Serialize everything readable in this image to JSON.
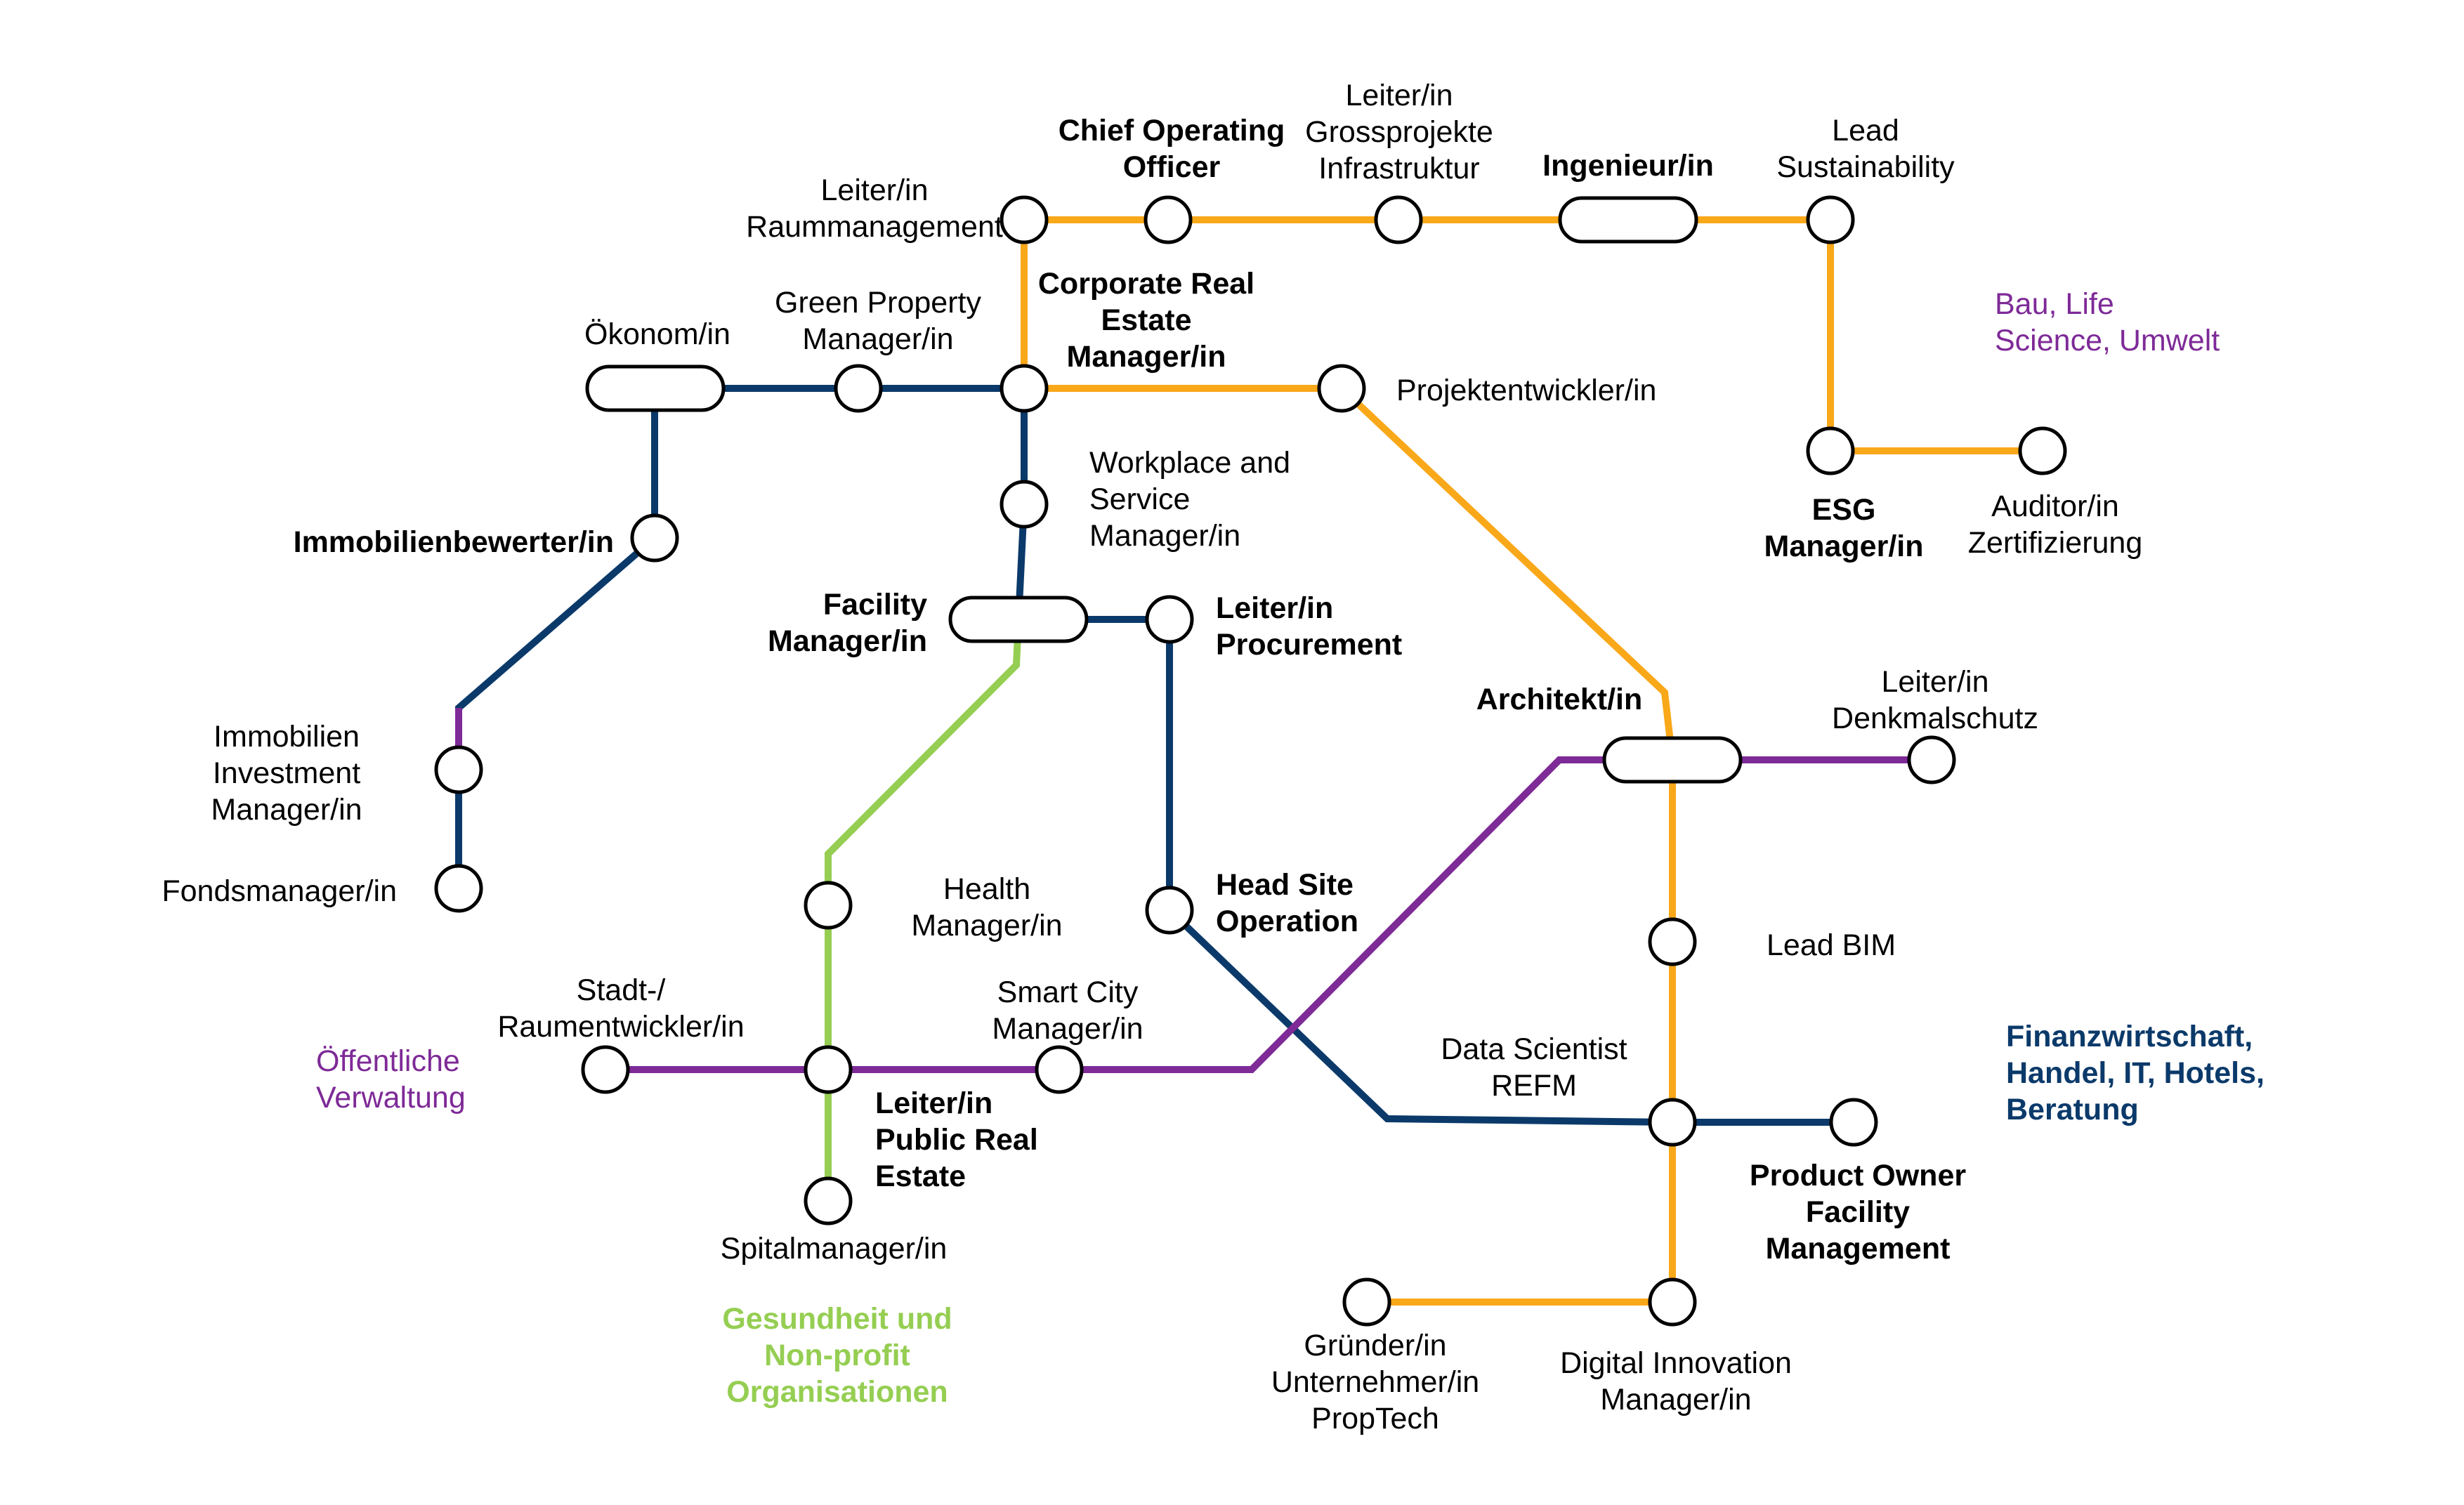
{
  "diagram": {
    "type": "career-metro-map",
    "colors": {
      "orange": "#F9A81A",
      "navy": "#0B3A6A",
      "purple": "#7E2A97",
      "green": "#95CE52",
      "station_outline": "#000000",
      "text": "#000000"
    },
    "regions": [
      {
        "id": "bau",
        "lines": [
          "Bau, Life",
          "Science, Umwelt"
        ],
        "color": "#7E2A97",
        "bold": false
      },
      {
        "id": "finanz",
        "lines": [
          "Finanzwirtschaft,",
          "Handel, IT, Hotels,",
          "Beratung"
        ],
        "color": "#0B3A6A",
        "bold": true
      },
      {
        "id": "oeffentlich",
        "lines": [
          "Öffentliche",
          "Verwaltung"
        ],
        "color": "#7E2A97",
        "bold": false
      },
      {
        "id": "gesundheit",
        "lines": [
          "Gesundheit und",
          "Non-profit",
          "Organisationen"
        ],
        "color": "#95CE52",
        "bold": true
      }
    ],
    "stations": [
      {
        "id": "raummanagement",
        "label": [
          "Leiter/in",
          "Raummanagement"
        ],
        "bold": false,
        "type": "circle"
      },
      {
        "id": "coo",
        "label": [
          "Chief Operating",
          "Officer"
        ],
        "bold": true,
        "type": "circle"
      },
      {
        "id": "grossprojekte",
        "label": [
          "Leiter/in",
          "Grossprojekte",
          "Infrastruktur"
        ],
        "bold": false,
        "type": "circle"
      },
      {
        "id": "ingenieur",
        "label": [
          "Ingenieur/in"
        ],
        "bold": true,
        "type": "interchange"
      },
      {
        "id": "lead-sustainability",
        "label": [
          "Lead",
          "Sustainability"
        ],
        "bold": false,
        "type": "circle"
      },
      {
        "id": "esg",
        "label": [
          "ESG",
          "Manager/in"
        ],
        "bold": true,
        "type": "circle"
      },
      {
        "id": "auditor",
        "label": [
          "Auditor/in",
          "Zertifizierung"
        ],
        "bold": false,
        "type": "circle"
      },
      {
        "id": "oekonom",
        "label": [
          "Ökonom/in"
        ],
        "bold": false,
        "type": "interchange"
      },
      {
        "id": "green-property",
        "label": [
          "Green Property",
          "Manager/in"
        ],
        "bold": false,
        "type": "circle"
      },
      {
        "id": "corporate-re",
        "label": [
          "Corporate Real",
          "Estate",
          "Manager/in"
        ],
        "bold": true,
        "type": "circle"
      },
      {
        "id": "projektentwickler",
        "label": [
          "Projektentwickler/in"
        ],
        "bold": false,
        "type": "circle"
      },
      {
        "id": "immobilienbewerter",
        "label": [
          "Immobilienbewerter/in"
        ],
        "bold": true,
        "type": "circle"
      },
      {
        "id": "workplace",
        "label": [
          "Workplace and",
          "Service",
          "Manager/in"
        ],
        "bold": false,
        "type": "circle"
      },
      {
        "id": "facility",
        "label": [
          "Facility",
          "Manager/in"
        ],
        "bold": true,
        "type": "interchange"
      },
      {
        "id": "procurement",
        "label": [
          "Leiter/in",
          "Procurement"
        ],
        "bold": true,
        "type": "circle"
      },
      {
        "id": "investment",
        "label": [
          "Immobilien",
          "Investment",
          "Manager/in"
        ],
        "bold": false,
        "type": "circle"
      },
      {
        "id": "fonds",
        "label": [
          "Fondsmanager/in"
        ],
        "bold": false,
        "type": "circle"
      },
      {
        "id": "health",
        "label": [
          "Health",
          "Manager/in"
        ],
        "bold": false,
        "type": "circle"
      },
      {
        "id": "head-site",
        "label": [
          "Head Site",
          "Operation"
        ],
        "bold": true,
        "type": "circle"
      },
      {
        "id": "architekt",
        "label": [
          "Architekt/in"
        ],
        "bold": true,
        "type": "interchange"
      },
      {
        "id": "denkmalschutz",
        "label": [
          "Leiter/in",
          "Denkmalschutz"
        ],
        "bold": false,
        "type": "circle"
      },
      {
        "id": "lead-bim",
        "label": [
          "Lead BIM"
        ],
        "bold": false,
        "type": "circle"
      },
      {
        "id": "data-scientist",
        "label": [
          "Data Scientist",
          "REFM"
        ],
        "bold": false,
        "type": "circle"
      },
      {
        "id": "product-owner",
        "label": [
          "Product Owner",
          "Facility",
          "Management"
        ],
        "bold": true,
        "type": "circle"
      },
      {
        "id": "stadt",
        "label": [
          "Stadt-/",
          "Raumentwickler/in"
        ],
        "bold": false,
        "type": "circle"
      },
      {
        "id": "public-re",
        "label": [
          "Leiter/in",
          "Public Real",
          "Estate"
        ],
        "bold": true,
        "type": "circle"
      },
      {
        "id": "smart-city",
        "label": [
          "Smart City",
          "Manager/in"
        ],
        "bold": false,
        "type": "circle"
      },
      {
        "id": "spital",
        "label": [
          "Spitalmanager/in"
        ],
        "bold": false,
        "type": "circle"
      },
      {
        "id": "gruender",
        "label": [
          "Gründer/in",
          "Unternehmer/in",
          "PropTech"
        ],
        "bold": false,
        "type": "circle"
      },
      {
        "id": "digital-innovation",
        "label": [
          "Digital Innovation",
          "Manager/in"
        ],
        "bold": false,
        "type": "circle"
      }
    ],
    "connections": [
      {
        "color": "orange",
        "from": "raummanagement",
        "to": "coo"
      },
      {
        "color": "orange",
        "from": "coo",
        "to": "grossprojekte"
      },
      {
        "color": "orange",
        "from": "grossprojekte",
        "to": "ingenieur"
      },
      {
        "color": "orange",
        "from": "ingenieur",
        "to": "lead-sustainability"
      },
      {
        "color": "orange",
        "from": "lead-sustainability",
        "to": "esg"
      },
      {
        "color": "orange",
        "from": "esg",
        "to": "auditor"
      },
      {
        "color": "orange",
        "from": "raummanagement",
        "to": "corporate-re"
      },
      {
        "color": "orange",
        "from": "corporate-re",
        "to": "projektentwickler"
      },
      {
        "color": "orange",
        "from": "projektentwickler",
        "to": "architekt"
      },
      {
        "color": "orange",
        "from": "architekt",
        "to": "lead-bim"
      },
      {
        "color": "orange",
        "from": "lead-bim",
        "to": "data-scientist"
      },
      {
        "color": "orange",
        "from": "data-scientist",
        "to": "digital-innovation"
      },
      {
        "color": "orange",
        "from": "digital-innovation",
        "to": "gruender"
      },
      {
        "color": "navy",
        "from": "oekonom",
        "to": "green-property"
      },
      {
        "color": "navy",
        "from": "green-property",
        "to": "corporate-re"
      },
      {
        "color": "navy",
        "from": "oekonom",
        "to": "immobilienbewerter"
      },
      {
        "color": "navy",
        "from": "immobilienbewerter",
        "to": "investment"
      },
      {
        "color": "navy",
        "from": "investment",
        "to": "fonds"
      },
      {
        "color": "navy",
        "from": "corporate-re",
        "to": "workplace"
      },
      {
        "color": "navy",
        "from": "workplace",
        "to": "facility"
      },
      {
        "color": "navy",
        "from": "facility",
        "to": "procurement"
      },
      {
        "color": "navy",
        "from": "procurement",
        "to": "head-site"
      },
      {
        "color": "navy",
        "from": "head-site",
        "to": "data-scientist"
      },
      {
        "color": "navy",
        "from": "data-scientist",
        "to": "product-owner"
      },
      {
        "color": "green",
        "from": "facility",
        "to": "health"
      },
      {
        "color": "green",
        "from": "health",
        "to": "public-re"
      },
      {
        "color": "green",
        "from": "public-re",
        "to": "spital"
      },
      {
        "color": "purple",
        "from": "stadt",
        "to": "public-re"
      },
      {
        "color": "purple",
        "from": "public-re",
        "to": "smart-city"
      },
      {
        "color": "purple",
        "from": "smart-city",
        "to": "architekt"
      },
      {
        "color": "purple",
        "from": "architekt",
        "to": "denkmalschutz"
      }
    ]
  }
}
